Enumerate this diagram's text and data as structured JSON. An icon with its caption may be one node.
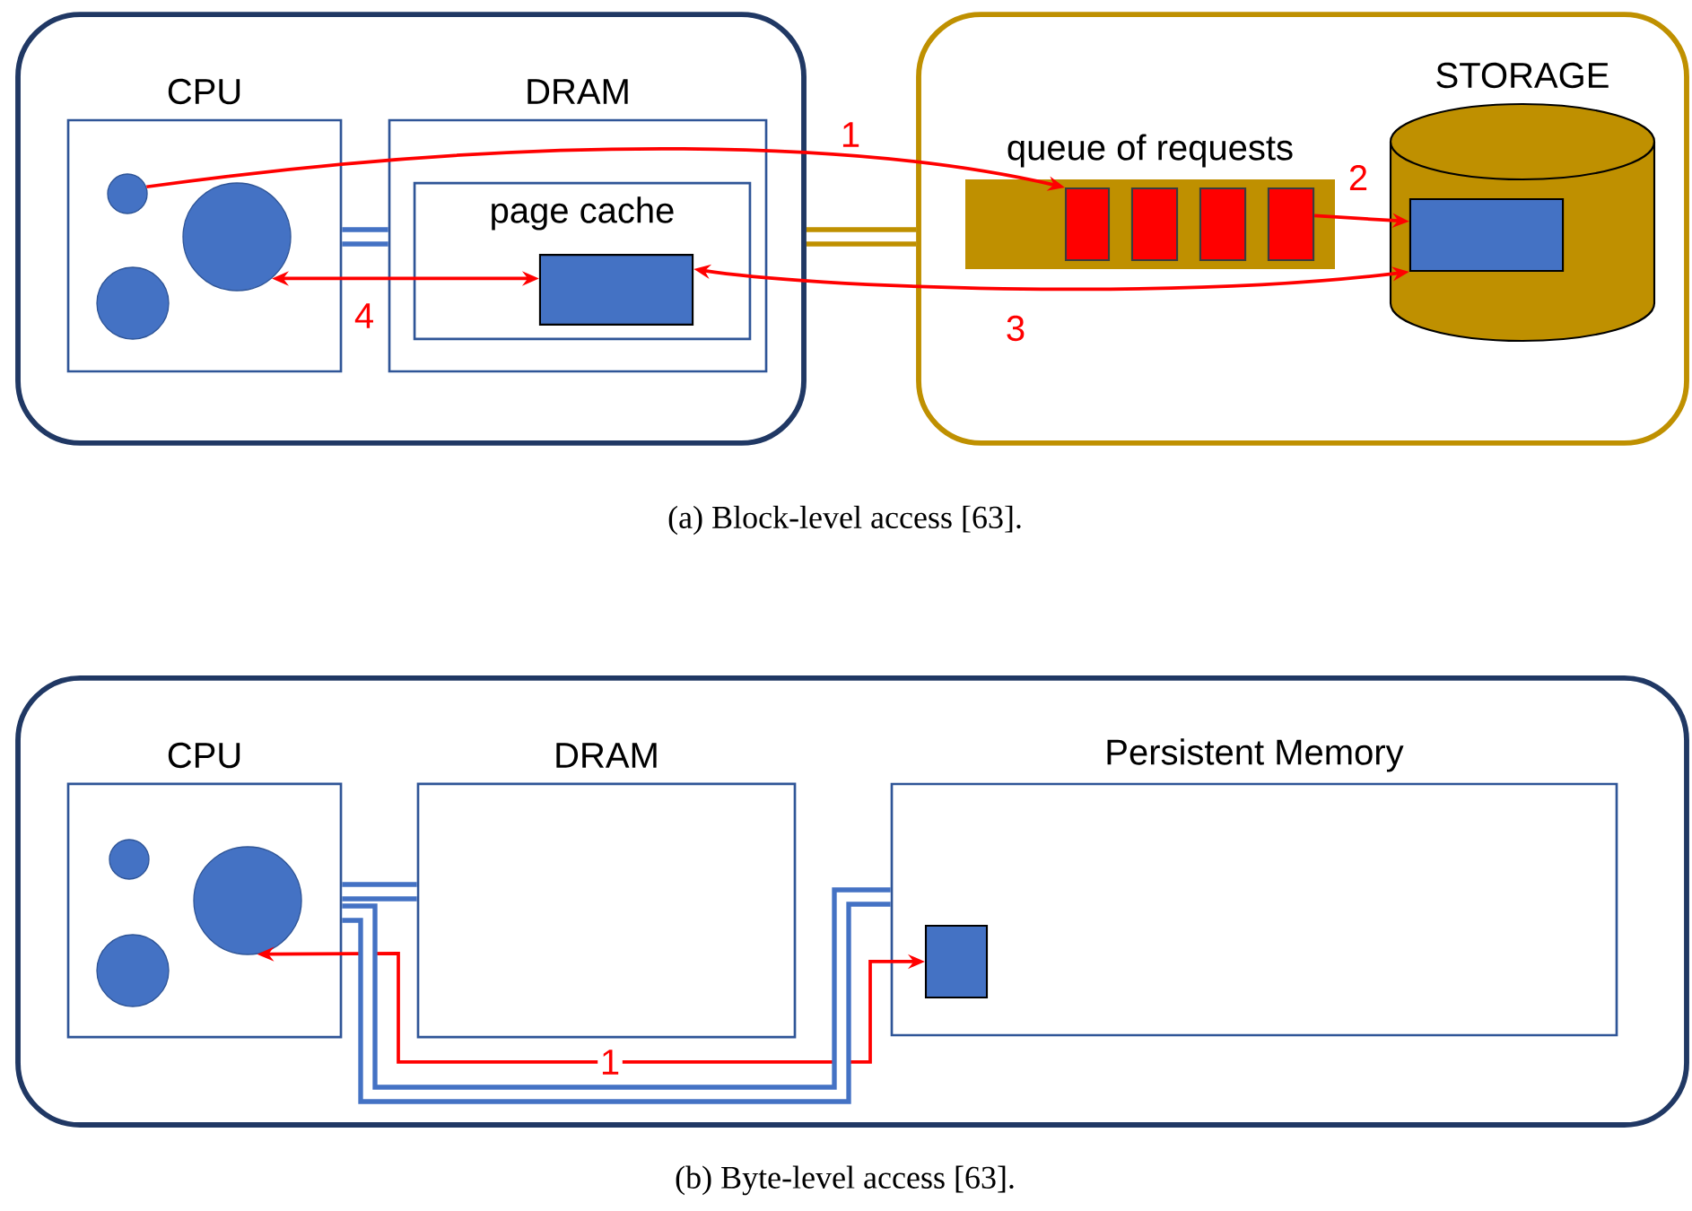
{
  "diagram": {
    "nodes": [
      {
        "text": [],
        "shape": "box"
      },
      {
        "text": [
          "CPU"
        ],
        "in": 0
      },
      {
        "text": [],
        "shape": "circle",
        "in": 1
      },
      {
        "text": [],
        "shape": "circle",
        "in": 1
      },
      {
        "text": [],
        "shape": "circle",
        "in": 1
      },
      {
        "text": [
          "DRAM"
        ],
        "in": 0
      },
      {
        "text": [
          "page cache"
        ],
        "in": 5
      },
      {
        "text": [],
        "shape": "box",
        "in": 6
      },
      {
        "text": [],
        "shape": "box"
      },
      {
        "text": [
          "queue of requests"
        ],
        "in": 8
      },
      {
        "text": [],
        "shape": "box",
        "in": 9
      },
      {
        "text": [],
        "shape": "box",
        "in": 9
      },
      {
        "text": [],
        "shape": "box",
        "in": 9
      },
      {
        "text": [],
        "shape": "box",
        "in": 9
      },
      {
        "text": [
          "STORAGE"
        ],
        "in": 8
      },
      {
        "text": [],
        "shape": "box",
        "in": 14
      },
      {
        "text": [],
        "shape": "box"
      },
      {
        "text": [
          "CPU"
        ],
        "in": 16
      },
      {
        "text": [],
        "shape": "circle",
        "in": 17
      },
      {
        "text": [],
        "shape": "circle",
        "in": 17
      },
      {
        "text": [],
        "shape": "circle",
        "in": 17
      },
      {
        "text": [
          "DRAM"
        ],
        "in": 16
      },
      {
        "text": [
          "Persistent Memory"
        ],
        "in": 16
      },
      {
        "text": [],
        "shape": "box",
        "in": 22
      }
    ],
    "edges": [
      {
        "from": 2,
        "to": 10,
        "arrow": "to",
        "label": "1",
        "color": "#ff0000"
      },
      {
        "from": 13,
        "to": 15,
        "arrow": "to",
        "label": "2",
        "color": "#ff0000"
      },
      {
        "from": 15,
        "to": 7,
        "arrow": "both",
        "label": "3",
        "color": "#ff0000"
      },
      {
        "from": 3,
        "to": 7,
        "arrow": "both",
        "label": "4",
        "color": "#ff0000"
      },
      {
        "from": 1,
        "to": 5,
        "arrow": "none",
        "style": "thick",
        "color": "#4472c4"
      },
      {
        "from": 0,
        "to": 8,
        "arrow": "none",
        "style": "thick",
        "color": "#bf9000"
      },
      {
        "from": 19,
        "to": 23,
        "arrow": "both",
        "label": "1",
        "color": "#ff0000"
      },
      {
        "from": 17,
        "to": 21,
        "arrow": "none",
        "style": "thick",
        "color": "#4472c4"
      },
      {
        "from": 17,
        "to": 22,
        "arrow": "none",
        "style": "thick",
        "color": "#4472c4"
      }
    ],
    "labels": [
      "(a) Block-level access [63].",
      "(b) Byte-level access [63]."
    ]
  }
}
